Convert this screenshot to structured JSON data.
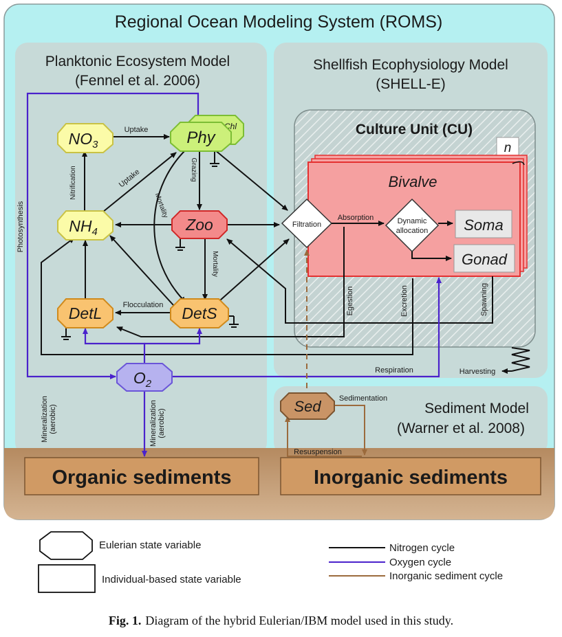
{
  "roms": {
    "title": "Regional Ocean Modeling System (ROMS)"
  },
  "planktonic": {
    "title": "Planktonic Ecosystem Model",
    "citation": "(Fennel et al. 2006)"
  },
  "shellfish": {
    "title": "Shellfish Ecophysiology Model",
    "subtitle": "(SHELL-E)"
  },
  "culture_unit": {
    "title": "Culture Unit  (CU)",
    "n_label": "n"
  },
  "sediment_model": {
    "title": "Sediment Model",
    "citation": "(Warner et al. 2008)"
  },
  "nodes": {
    "no3": "NO",
    "no3_sub": "3",
    "phy": "Phy",
    "chl": "Chl",
    "nh4": "NH",
    "nh4_sub": "4",
    "zoo": "Zoo",
    "detl": "DetL",
    "dets": "DetS",
    "o2": "O",
    "o2_sub": "2",
    "sed": "Sed",
    "bivalve": "Bivalve",
    "filtration": "Filtration",
    "dyn1": "Dynamic",
    "dyn2": "allocation",
    "soma": "Soma",
    "gonad": "Gonad"
  },
  "labels": {
    "uptake_top": "Uptake",
    "uptake_diag": "Uptake",
    "nitrification": "Nitrification",
    "grazing": "Grazing",
    "mortality_phy": "Mortality",
    "mortality_zoo": "Mortality",
    "flocculation": "Flocculation",
    "absorption": "Absorption",
    "egestion": "Egestion",
    "excretion": "Excretion",
    "spawning": "Spawning",
    "photosynthesis": "Photosynthesis",
    "respiration": "Respiration",
    "harvesting": "Harvesting",
    "mineral_l1": "Mineralization",
    "mineral_l2": "(aerobic)",
    "mineral_o1": "Mineralization",
    "mineral_o2": "(aerobic)",
    "sedimentation": "Sedimentation",
    "resuspension": "Resuspension"
  },
  "sediments": {
    "organic": "Organic sediments",
    "inorganic": "Inorganic sediments"
  },
  "legend": {
    "eulerian": "Eulerian state variable",
    "individual": "Individual-based state variable",
    "nitrogen": "Nitrogen cycle",
    "oxygen": "Oxygen cycle",
    "inorganic": "Inorganic sediment cycle"
  },
  "colors": {
    "nitrogen": "#111111",
    "oxygen": "#4a22cc",
    "sediment": "#9b6a3c",
    "yellow_fill": "#fbfba8",
    "green_fill": "#ccf07a",
    "red_fill": "#f38a8a",
    "orange_fill": "#f9c370",
    "purple_fill": "#b6b2ef",
    "roms_bg": "#b5f0f1",
    "panel_bg": "#c7dad8"
  },
  "caption": {
    "label": "Fig. 1.",
    "text": "Diagram of the hybrid Eulerian/IBM model used in this study."
  }
}
